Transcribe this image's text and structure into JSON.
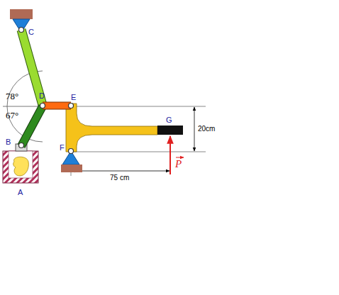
{
  "diagram": {
    "labels": [
      "C",
      "78°",
      "D",
      "E",
      "67°",
      "G",
      "20cm",
      "B",
      "F",
      "75 cm",
      "A",
      "P"
    ]
  }
}
